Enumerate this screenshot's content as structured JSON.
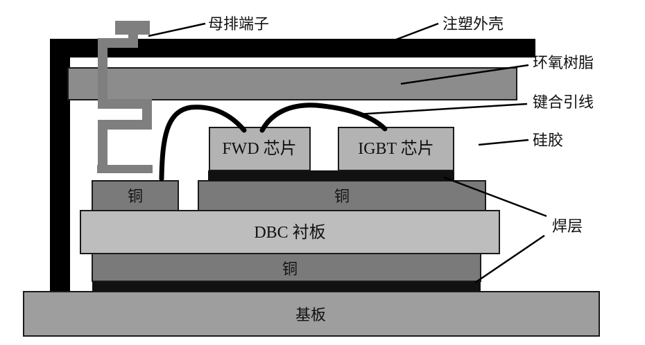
{
  "colors": {
    "housing": "#000000",
    "epoxy": "#8c8c8c",
    "busbar": "#7f7f7f",
    "chip": "#b3b3b3",
    "copper": "#7a7a7a",
    "dbc": "#bdbdbd",
    "baseplate": "#9e9e9e",
    "solder": "#111111",
    "bond_wire": "#000000"
  },
  "components": {
    "baseplate": "基板",
    "dbc": "DBC 衬板",
    "copper_bottom": "铜",
    "copper_top_left": "铜",
    "copper_top_right": "铜",
    "fwd_chip": "FWD 芯片",
    "igbt_chip": "IGBT 芯片"
  },
  "callouts": {
    "busbar_terminal": "母排端子",
    "plastic_housing": "注塑外壳",
    "epoxy_resin": "环氧树脂",
    "bond_wire": "键合引线",
    "silicone_gel": "硅胶",
    "solder_layer": "焊层"
  }
}
